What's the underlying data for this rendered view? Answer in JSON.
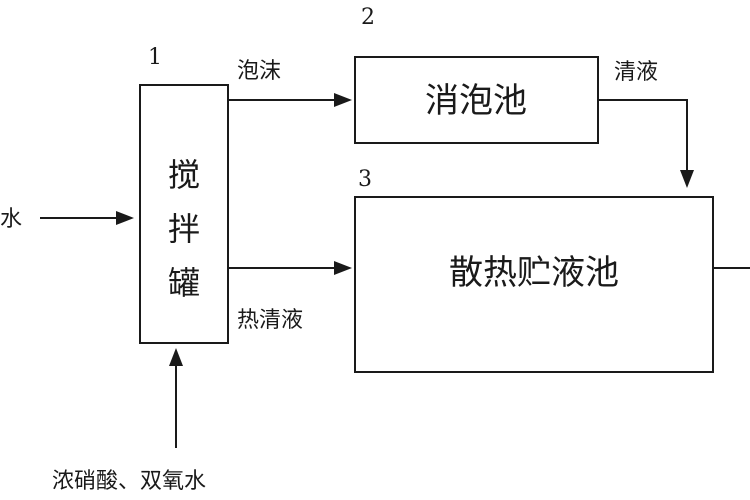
{
  "nodes": {
    "tank": {
      "number": "1",
      "chars": [
        "搅",
        "拌",
        "罐"
      ]
    },
    "defoam": {
      "number": "2",
      "label": "消泡池"
    },
    "cooling": {
      "number": "3",
      "label": "散热贮液池"
    }
  },
  "flows": {
    "water_in": "水",
    "foam": "泡沫",
    "clear_liquid": "清液",
    "hot_clear_liquid": "热清液",
    "acid_in": "浓硝酸、双氧水"
  },
  "colors": {
    "ink": "#1a1a1a",
    "background": "#ffffff"
  }
}
